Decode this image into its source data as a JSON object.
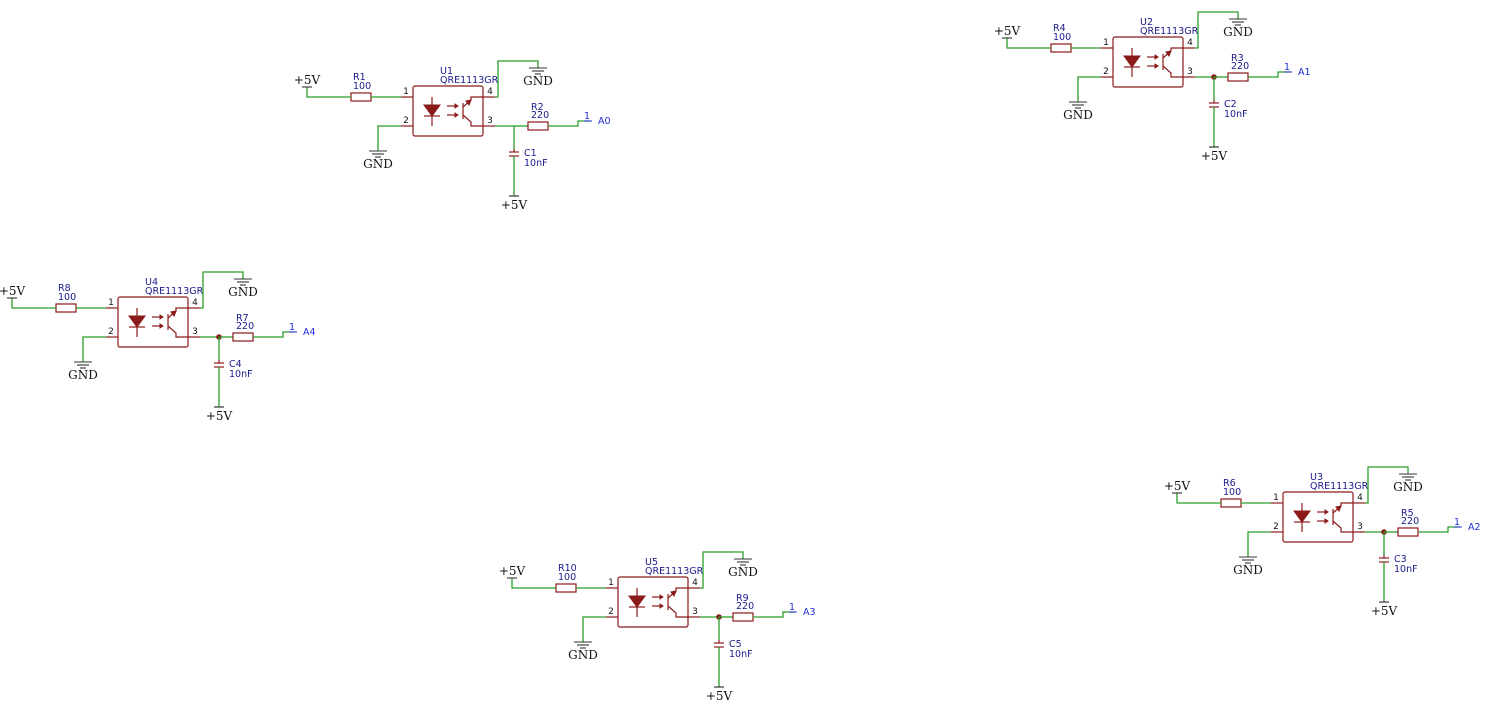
{
  "colors": {
    "wire": "#2a9e2a",
    "component": "#8b1a1a",
    "label": "#1a1a8c",
    "net_label": "#1f2fd6",
    "power": "#111111",
    "background": "#ffffff"
  },
  "power_labels": {
    "vcc": "+5V",
    "gnd": "GND"
  },
  "circuits": [
    {
      "id": "u1",
      "sensor_ref": "U1",
      "sensor_value": "QRE1113GR",
      "led_res_ref": "R1",
      "led_res_value": "100",
      "out_res_ref": "R2",
      "out_res_value": "220",
      "cap_ref": "C1",
      "cap_value": "10nF",
      "pins": [
        "1",
        "2",
        "3",
        "4"
      ],
      "net_pin": "1",
      "net_label": "A0",
      "junction": false
    },
    {
      "id": "u2",
      "sensor_ref": "U2",
      "sensor_value": "QRE1113GR",
      "led_res_ref": "R4",
      "led_res_value": "100",
      "out_res_ref": "R3",
      "out_res_value": "220",
      "cap_ref": "C2",
      "cap_value": "10nF",
      "pins": [
        "1",
        "2",
        "3",
        "4"
      ],
      "net_pin": "1",
      "net_label": "A1",
      "junction": true
    },
    {
      "id": "u4",
      "sensor_ref": "U4",
      "sensor_value": "QRE1113GR",
      "led_res_ref": "R8",
      "led_res_value": "100",
      "out_res_ref": "R7",
      "out_res_value": "220",
      "cap_ref": "C4",
      "cap_value": "10nF",
      "pins": [
        "1",
        "2",
        "3",
        "4"
      ],
      "net_pin": "1",
      "net_label": "A4",
      "junction": true
    },
    {
      "id": "u3",
      "sensor_ref": "U3",
      "sensor_value": "QRE1113GR",
      "led_res_ref": "R6",
      "led_res_value": "100",
      "out_res_ref": "R5",
      "out_res_value": "220",
      "cap_ref": "C3",
      "cap_value": "10nF",
      "pins": [
        "1",
        "2",
        "3",
        "4"
      ],
      "net_pin": "1",
      "net_label": "A2",
      "junction": true
    },
    {
      "id": "u5",
      "sensor_ref": "U5",
      "sensor_value": "QRE1113GR",
      "led_res_ref": "R10",
      "led_res_value": "100",
      "out_res_ref": "R9",
      "out_res_value": "220",
      "cap_ref": "C5",
      "cap_value": "10nF",
      "pins": [
        "1",
        "2",
        "3",
        "4"
      ],
      "net_pin": "1",
      "net_label": "A3",
      "junction": true
    }
  ]
}
